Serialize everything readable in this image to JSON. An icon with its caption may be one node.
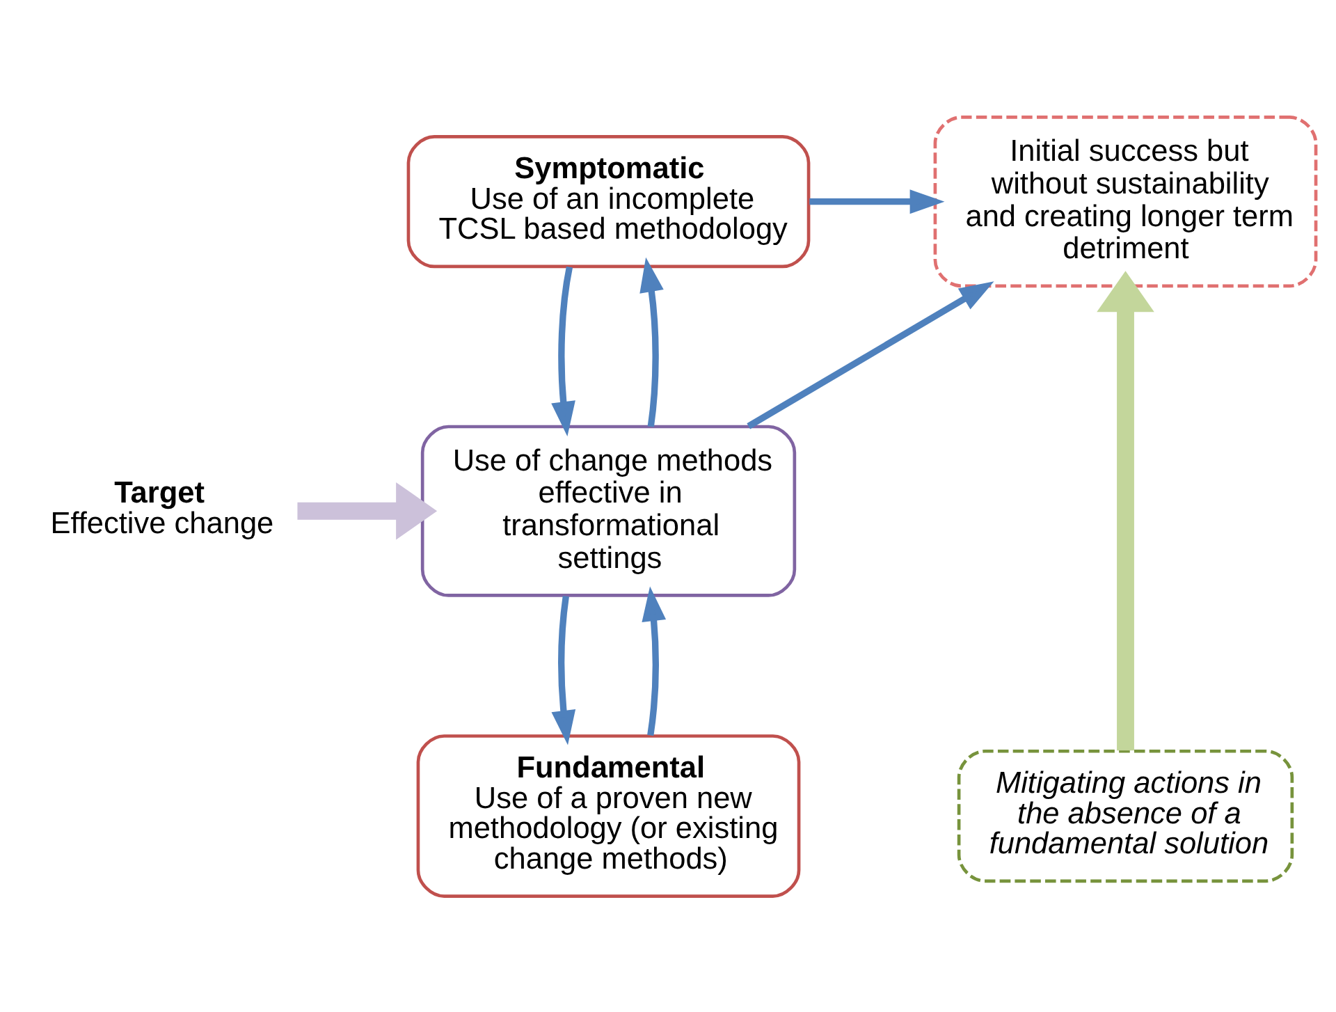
{
  "diagram": {
    "nodes": [
      {
        "text": [
          "Symptomatic",
          "Use of an incomplete TCSL based methodology"
        ]
      },
      {
        "text": [
          "Initial success but without sustainability and creating longer term detriment"
        ]
      },
      {
        "text": [
          "Target",
          "Effective change"
        ]
      },
      {
        "text": [
          "Use of change methods effective in transformational settings"
        ]
      },
      {
        "text": [
          "Mitigating actions in the absence of a fundamental solution"
        ]
      },
      {
        "text": [
          "Fundamental",
          "Use of a proven new methodology (or existing change methods)"
        ]
      }
    ],
    "edges": [
      {
        "from": 0,
        "to": 1,
        "arrow": "to"
      },
      {
        "from": 0,
        "to": 3,
        "arrow": "to"
      },
      {
        "from": 3,
        "to": 0,
        "arrow": "to"
      },
      {
        "from": 3,
        "to": 1,
        "arrow": "to"
      },
      {
        "from": 2,
        "to": 3,
        "arrow": "to",
        "style": "thick",
        "color": "#ccc1da"
      },
      {
        "from": 4,
        "to": 1,
        "arrow": "to",
        "style": "thick",
        "color": "#c3d69b"
      },
      {
        "from": 5,
        "to": 3,
        "arrow": "to"
      },
      {
        "from": 3,
        "to": 5,
        "arrow": "to"
      }
    ]
  }
}
